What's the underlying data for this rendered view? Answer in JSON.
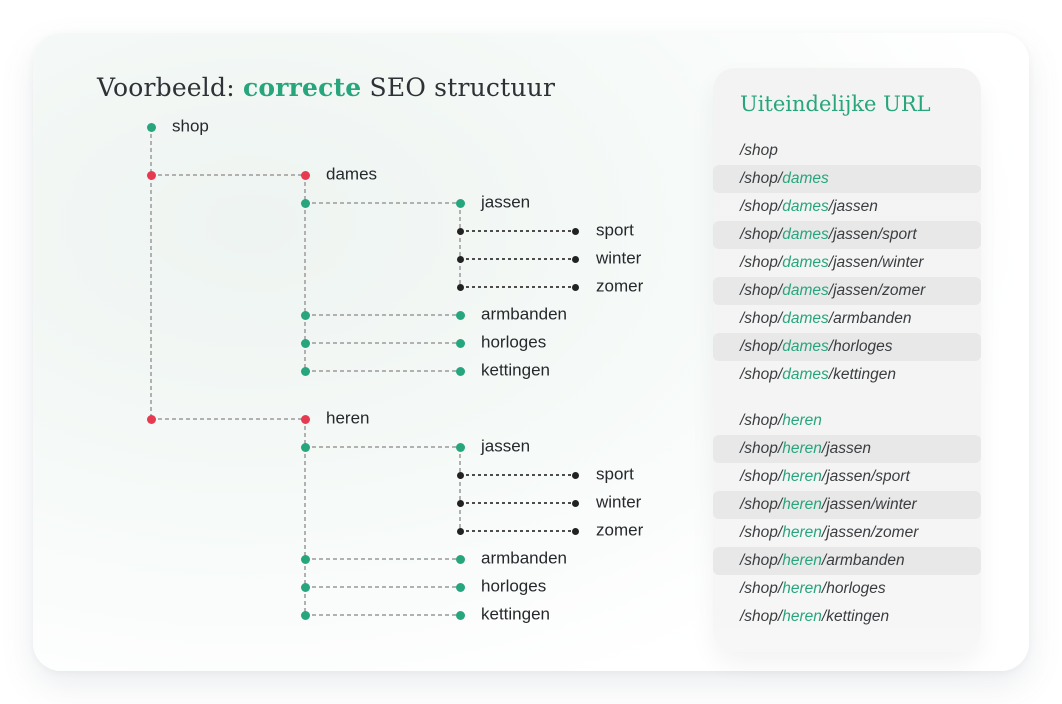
{
  "title": {
    "prefix": "Voorbeeld: ",
    "highlight": "correcte",
    "suffix": " SEO structuur"
  },
  "colors": {
    "green": "#27a57d",
    "red": "#e73a50",
    "black_dot": "#222222",
    "line": "#b1b1b1",
    "line_dark": "#4c4c4c",
    "stripe": "#e8e8e8",
    "panel_bg": "#f4f4f4",
    "card_tint": "#eef4f1"
  },
  "tree": {
    "root": {
      "label": "shop",
      "dot": "green",
      "children": [
        {
          "label": "dames",
          "dot": "red",
          "children": [
            {
              "label": "jassen",
              "dot": "green",
              "children": [
                {
                  "label": "sport",
                  "dot": "black"
                },
                {
                  "label": "winter",
                  "dot": "black"
                },
                {
                  "label": "zomer",
                  "dot": "black"
                }
              ]
            },
            {
              "label": "armbanden",
              "dot": "green"
            },
            {
              "label": "horloges",
              "dot": "green"
            },
            {
              "label": "kettingen",
              "dot": "green"
            }
          ]
        },
        {
          "label": "heren",
          "dot": "red",
          "children": [
            {
              "label": "jassen",
              "dot": "green",
              "children": [
                {
                  "label": "sport",
                  "dot": "black"
                },
                {
                  "label": "winter",
                  "dot": "black"
                },
                {
                  "label": "zomer",
                  "dot": "black"
                }
              ]
            },
            {
              "label": "armbanden",
              "dot": "green"
            },
            {
              "label": "horloges",
              "dot": "green"
            },
            {
              "label": "kettingen",
              "dot": "green"
            }
          ]
        }
      ]
    }
  },
  "url_panel": {
    "title": "Uiteindelijke URL",
    "rows": [
      {
        "parts": [
          {
            "t": "/shop"
          }
        ]
      },
      {
        "parts": [
          {
            "t": "/shop/"
          },
          {
            "t": "dames",
            "g": true
          }
        ],
        "striped": true
      },
      {
        "parts": [
          {
            "t": "/shop/"
          },
          {
            "t": "dames",
            "g": true
          },
          {
            "t": "/jassen"
          }
        ]
      },
      {
        "parts": [
          {
            "t": "/shop/"
          },
          {
            "t": "dames",
            "g": true
          },
          {
            "t": "/jassen/sport"
          }
        ],
        "striped": true
      },
      {
        "parts": [
          {
            "t": "/shop/"
          },
          {
            "t": "dames",
            "g": true
          },
          {
            "t": "/jassen/winter"
          }
        ]
      },
      {
        "parts": [
          {
            "t": "/shop/"
          },
          {
            "t": "dames",
            "g": true
          },
          {
            "t": "/jassen/zomer"
          }
        ],
        "striped": true
      },
      {
        "parts": [
          {
            "t": "/shop/"
          },
          {
            "t": "dames",
            "g": true
          },
          {
            "t": "/armbanden"
          }
        ]
      },
      {
        "parts": [
          {
            "t": "/shop/"
          },
          {
            "t": "dames",
            "g": true
          },
          {
            "t": "/horloges"
          }
        ],
        "striped": true
      },
      {
        "parts": [
          {
            "t": "/shop/"
          },
          {
            "t": "dames",
            "g": true
          },
          {
            "t": "/kettingen"
          }
        ]
      },
      {
        "spacer": true
      },
      {
        "parts": [
          {
            "t": "/shop/"
          },
          {
            "t": "heren",
            "g": true
          }
        ]
      },
      {
        "parts": [
          {
            "t": "/shop/"
          },
          {
            "t": "heren",
            "g": true
          },
          {
            "t": "/jassen"
          }
        ],
        "striped": true
      },
      {
        "parts": [
          {
            "t": "/shop/"
          },
          {
            "t": "heren",
            "g": true
          },
          {
            "t": "/jassen/sport"
          }
        ]
      },
      {
        "parts": [
          {
            "t": "/shop/"
          },
          {
            "t": "heren",
            "g": true
          },
          {
            "t": "/jassen/winter"
          }
        ],
        "striped": true
      },
      {
        "parts": [
          {
            "t": "/shop/"
          },
          {
            "t": "heren",
            "g": true
          },
          {
            "t": "/jassen/zomer"
          }
        ]
      },
      {
        "parts": [
          {
            "t": "/shop/"
          },
          {
            "t": "heren",
            "g": true
          },
          {
            "t": "/armbanden"
          }
        ],
        "striped": true
      },
      {
        "parts": [
          {
            "t": "/shop/"
          },
          {
            "t": "heren",
            "g": true
          },
          {
            "t": "/horloges"
          }
        ]
      },
      {
        "parts": [
          {
            "t": "/shop/"
          },
          {
            "t": "heren",
            "g": true
          },
          {
            "t": "/kettingen"
          }
        ]
      }
    ]
  }
}
